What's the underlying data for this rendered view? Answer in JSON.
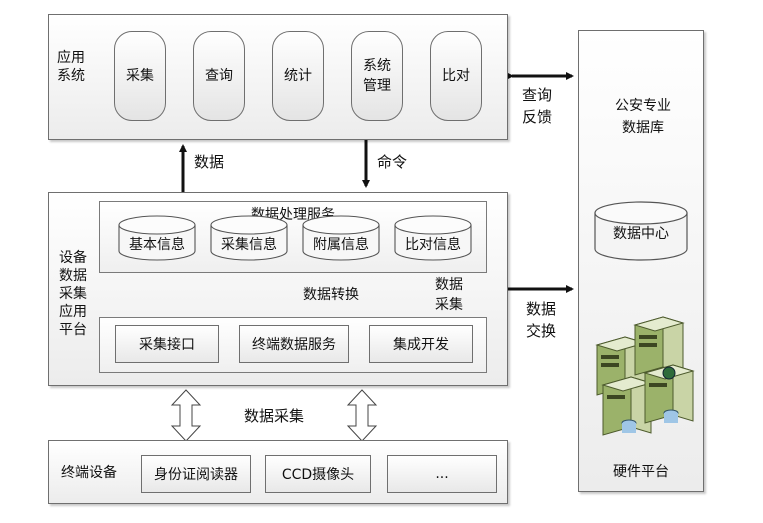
{
  "app_system": {
    "label": "应用系统",
    "modules": [
      "采集",
      "查询",
      "统计",
      "系统管理",
      "比对"
    ]
  },
  "police_db": {
    "title": "公安专业数据库",
    "center": "数据中心",
    "hardware": "硬件平台"
  },
  "platform": {
    "label": "设备数据采集应用平台",
    "service_title": "数据处理服务",
    "info_items": [
      "基本信息",
      "采集信息",
      "附属信息",
      "比对信息"
    ],
    "bottom_modules": [
      "采集接口",
      "终端数据服务",
      "集成开发"
    ],
    "convert_label": "数据转换",
    "collect_label": "数据采集"
  },
  "terminal": {
    "label": "终端设备",
    "devices": [
      "身份证阅读器",
      "CCD摄像头",
      "..."
    ]
  },
  "arrows": {
    "data_up": "数据",
    "command_down": "命令",
    "query_feedback": "查询反馈",
    "data_exchange": "数据交换",
    "data_collect": "数据采集"
  }
}
